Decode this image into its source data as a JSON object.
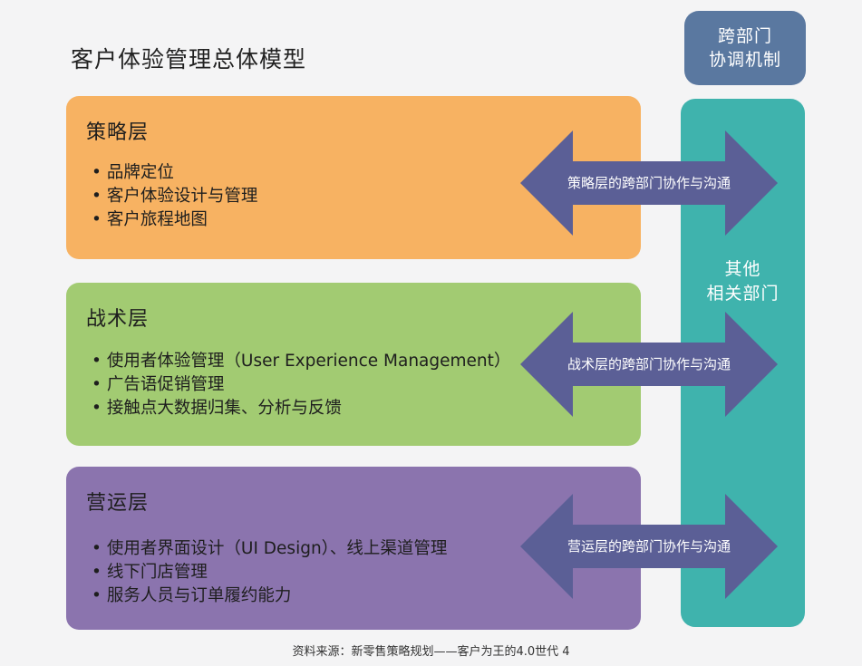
{
  "title": "客户体验管理总体模型",
  "layers": [
    {
      "name": "策略层",
      "items": [
        "品牌定位",
        "客户体验设计与管理",
        "客户旅程地图"
      ],
      "color": "#f7b262",
      "arrow_label": "策略层的跨部门协作与沟通"
    },
    {
      "name": "战术层",
      "items": [
        "使用者体验管理（User Experience Management）",
        "广告语促销管理",
        "接触点大数据归集、分析与反馈"
      ],
      "color": "#a2cb72",
      "arrow_label": "战术层的跨部门协作与沟通"
    },
    {
      "name": "营运层",
      "items": [
        "使用者界面设计（UI Design）、线上渠道管理",
        "线下门店管理",
        "服务人员与订单履约能力"
      ],
      "color": "#8b74ae",
      "arrow_label": "营运层的跨部门协作与沟通"
    }
  ],
  "cross_dept": {
    "line1": "跨部门",
    "line2": "协调机制",
    "color": "#5a78a0"
  },
  "other_dept": {
    "line1": "其他",
    "line2": "相关部门",
    "color": "#3fb3ad"
  },
  "arrow_color": "#5b5f96",
  "source": "资料来源：新零售策略规划——客户为王的4.0世代 4"
}
